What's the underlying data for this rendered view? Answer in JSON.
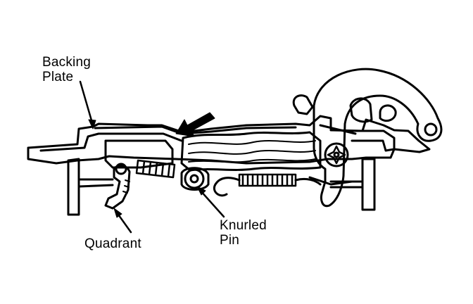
{
  "labels": {
    "backing_plate": {
      "line1": "Backing",
      "line2": "Plate"
    },
    "quadrant": "Quadrant",
    "knurled_pin": {
      "line1": "Knurled",
      "line2": "Pin"
    }
  },
  "colors": {
    "ink": "#000000",
    "paper": "#ffffff"
  }
}
